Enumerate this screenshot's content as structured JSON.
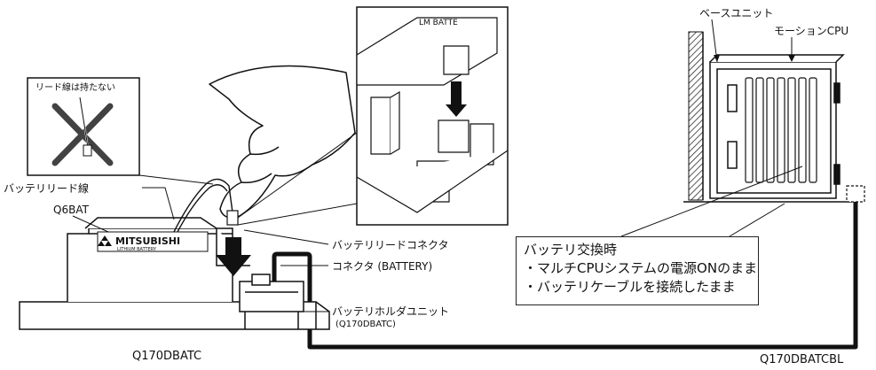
{
  "labels": {
    "lead_warning": "リード線は持たない",
    "battery_lead": "バッテリリード線",
    "q6bat": "Q6BAT",
    "mitsubishi": "MITSUBISHI",
    "lithium": "LITHIUM BATTERY",
    "lead_connector": "バッテリリードコネクタ",
    "connector": "コネクタ (BATTERY)",
    "holder_unit": "バッテリホルダユニット",
    "holder_model": "(Q170DBATC)",
    "bottom_left_model": "Q170DBATC",
    "cable_model": "Q170DBATCBL",
    "base_unit": "ベースユニット",
    "motion_cpu": "モーションCPU"
  },
  "callout": {
    "title": "バッテリ交換時",
    "line1": "・マルチCPUシステムの電源ONのまま",
    "line2": "・バッテリケーブルを接続したまま"
  },
  "colors": {
    "line": "#111111",
    "cable": "#111111",
    "fill": "#ffffff"
  }
}
